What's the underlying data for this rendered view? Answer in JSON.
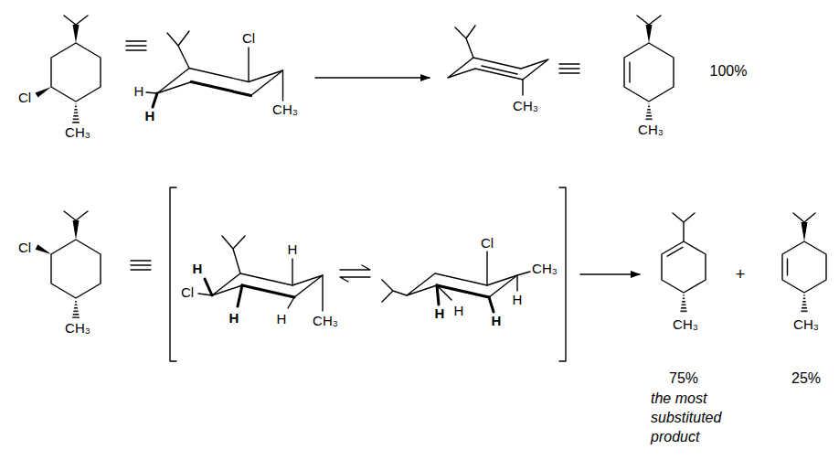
{
  "diagram": {
    "labels": [
      "Cl",
      "CH₃",
      "Cl",
      "H",
      "H",
      "CH₃",
      "CH₃",
      "CH₃",
      "100%",
      "Cl",
      "CH₃",
      "H",
      "Cl",
      "H",
      "H",
      "H",
      "CH₃",
      "Cl",
      "CH₃",
      "H",
      "H",
      "H",
      "H",
      "+",
      "CH₃",
      "CH₃",
      "75%",
      "25%",
      "the most substituted product"
    ]
  }
}
